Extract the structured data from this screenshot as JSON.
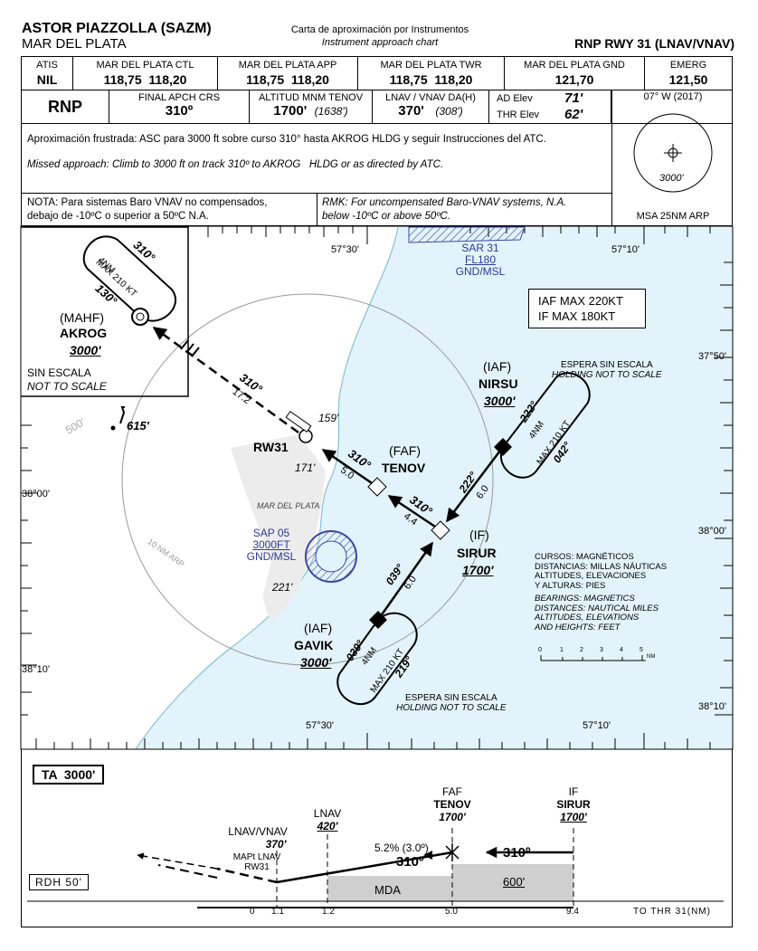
{
  "header": {
    "airport": "ASTOR PIAZZOLLA (SAZM)",
    "city": "MAR DEL PLATA",
    "chart_type_es": "Carta de aproximación por Instrumentos",
    "chart_type_en": "Instrument approach chart",
    "procedure": "RNP RWY 31 (LNAV/VNAV)"
  },
  "comms": [
    {
      "label": "ATIS",
      "value": "NIL"
    },
    {
      "label": "MAR DEL PLATA CTL",
      "value": "118,75  118,20"
    },
    {
      "label": "MAR DEL PLATA APP",
      "value": "118,75  118,20"
    },
    {
      "label": "MAR DEL PLATA TWR",
      "value": "118,75  118,20"
    },
    {
      "label": "MAR DEL PLATA GND",
      "value": "121,70"
    },
    {
      "label": "EMERG",
      "value": "121,50"
    }
  ],
  "briefing": {
    "nav": "RNP",
    "final_crs_label": "FINAL APCH CRS",
    "final_crs": "310º",
    "min_alt_label": "ALTITUD MNM TENOV",
    "min_alt": "1700'",
    "min_alt_height": "(1638')",
    "da_label": "LNAV / VNAV DA(H)",
    "da": "370'",
    "da_height": "(308')",
    "ad_elev_label": "AD Elev",
    "ad_elev": "71'",
    "thr_elev_label": "THR Elev",
    "thr_elev": "62'",
    "magvar": "07° W (2017)",
    "msa_alt": "3000'",
    "msa_label": "MSA 25NM ARP"
  },
  "missed": {
    "es_label": "Aproximación frustrada:",
    "es_text": "ASC para 3000 ft sobre curso 310° hasta AKROG HLDG y seguir Instrucciones del ATC.",
    "en": "Missed approach: Climb to 3000 ft on track 310º to AKROG   HLDG or as directed by ATC."
  },
  "notes": {
    "nota_1": "NOTA: Para sistemas Baro VNAV no compensados,",
    "nota_2": "debajo de -10ºC o superior a 50ºC N.A.",
    "rmk_1": "RMK: For uncompensated Baro-VNAV systems, N.A.",
    "rmk_2": "below -10ºC or above 50ºC."
  },
  "plan": {
    "lon_left": "57°30'",
    "lon_right": "57°10'",
    "lat_top": "37°50'",
    "lat_mid": "38°00'",
    "lat_bot": "38°10'",
    "sar_name": "SAR 31",
    "sar_level": "FL180",
    "sar_limit": "GND/MSL",
    "sap_name": "SAP 05",
    "sap_level": "3000FT",
    "sap_limit": "GND/MSL",
    "speed_1": "IAF MAX 220KT",
    "speed_2": "IF MAX 180KT",
    "inset_mahf": "(MAHF)",
    "inset_name": "AKROG",
    "inset_alt": "3000'",
    "inset_hold_in": "310°",
    "inset_hold_out": "130°",
    "inset_hold_len": "4NM",
    "inset_hold_spd": "MAX 210 KT",
    "inset_nts_es": "SIN ESCALA",
    "inset_nts_en": "NOT TO SCALE",
    "miss_crs": "310°",
    "miss_dist": "17.2",
    "obst_1": "500'",
    "obst_2": "615'",
    "obst_3": "159'",
    "obst_4": "171'",
    "obst_5": "221'",
    "rw": "RW31",
    "faf_tag": "(FAF)",
    "faf_name": "TENOV",
    "faf_leg_crs": "310°",
    "faf_leg_dist": "5.0",
    "if_tag": "(IF)",
    "if_name": "SIRUR",
    "if_alt": "1700'",
    "if_leg_crs": "310°",
    "if_leg_dist": "4.4",
    "nirsu_tag": "(IAF)",
    "nirsu_name": "NIRSU",
    "nirsu_alt": "3000'",
    "nirsu_crs": "222°",
    "nirsu_dist": "6.0",
    "nirsu_hold_in": "222°",
    "nirsu_hold_out": "042°",
    "nirsu_hold_len": "4NM",
    "nirsu_hold_spd": "MAX 210 KT",
    "hold_nts_es": "ESPERA SIN ESCALA",
    "hold_nts_en": "HOLDING NOT TO SCALE",
    "gavik_tag": "(IAF)",
    "gavik_name": "GAVIK",
    "gavik_alt": "3000'",
    "gavik_crs": "039°",
    "gavik_dist": "6.0",
    "gavik_hold_in": "039°",
    "gavik_hold_out": "219°",
    "gavik_hold_len": "4NM",
    "gavik_hold_spd": "MAX 210 KT",
    "city_label": "MAR DEL PLATA",
    "arp_ring": "10 NM ARP",
    "legend_es_1": "CURSOS: MAGNÉTICOS",
    "legend_es_2": "DISTANCIAS: MILLAS NÁUTICAS",
    "legend_es_3": "ALTITUDES, ELEVACIONES",
    "legend_es_4": "Y ALTURAS: PIES",
    "legend_en_1": "BEARINGS: MAGNETICS",
    "legend_en_2": "DISTANCES: NAUTICAL MILES",
    "legend_en_3": "ALTITUDES, ELEVATIONS",
    "legend_en_4": "AND HEIGHTS: FEET",
    "scale": [
      "0",
      "1",
      "2",
      "3",
      "4",
      "5"
    ],
    "scale_unit": "NM"
  },
  "profile": {
    "ta": "TA  3000'",
    "faf_label": "FAF",
    "faf_name": "TENOV",
    "faf_alt": "1700'",
    "if_label": "IF",
    "if_name": "SIRUR",
    "if_alt": "1700'",
    "lnav_label": "LNAV",
    "lnav_alt": "420'",
    "lnavvnav_label": "LNAV/VNAV",
    "lnavvnav_alt": "370'",
    "gradient": "5.2% (3.0º)",
    "crs_final": "310º",
    "crs_if": "310º",
    "mapt_1": "MAPt LNAV",
    "mapt_2": "RW31",
    "rdh": "RDH 50'",
    "mda": "MDA",
    "alt_600": "600'",
    "dist_labels": [
      "0",
      "1.1",
      "1.2",
      "5.0",
      "9.4"
    ],
    "to_thr": "TO THR 31(NM)"
  }
}
